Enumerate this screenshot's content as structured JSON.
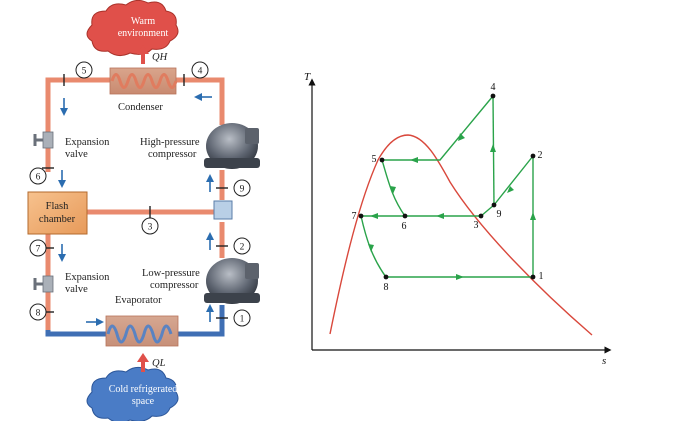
{
  "clouds": {
    "warm": {
      "line1": "Warm",
      "line2": "environment"
    },
    "cold": {
      "line1": "Cold refrigerated",
      "line2": "space"
    }
  },
  "heat": {
    "qh": "QH",
    "ql": "QL"
  },
  "components": {
    "condenser": "Condenser",
    "evaporator": "Evaporator",
    "hp_compressor_line1": "High-pressure",
    "hp_compressor_line2": "compressor",
    "lp_compressor_line1": "Low-pressure",
    "lp_compressor_line2": "compressor",
    "exp_valve_top_line1": "Expansion",
    "exp_valve_top_line2": "valve",
    "exp_valve_bottom_line1": "Expansion",
    "exp_valve_bottom_line2": "valve",
    "flash_line1": "Flash",
    "flash_line2": "chamber"
  },
  "state_numbers": [
    "1",
    "2",
    "3",
    "4",
    "5",
    "6",
    "7",
    "8",
    "9"
  ],
  "ts_axes": {
    "y": "T",
    "x": "s"
  },
  "colors": {
    "hot_pipe": "#e98a6e",
    "cold_pipe": "#3f6fb4",
    "arrow": "#2b6db0",
    "dome": "#d9483c",
    "process": "#2aa34a",
    "warm_cloud": "#e0504a",
    "cold_cloud": "#4a7cc6"
  }
}
